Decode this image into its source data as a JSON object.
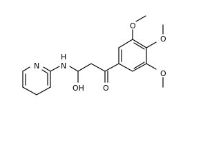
{
  "labels": {
    "o_top": "O",
    "o_mid": "O",
    "o_low": "O",
    "o_ketone": "O",
    "oh": "OH",
    "n_amide": "N",
    "h_amide": "H",
    "n_ring": "N"
  }
}
